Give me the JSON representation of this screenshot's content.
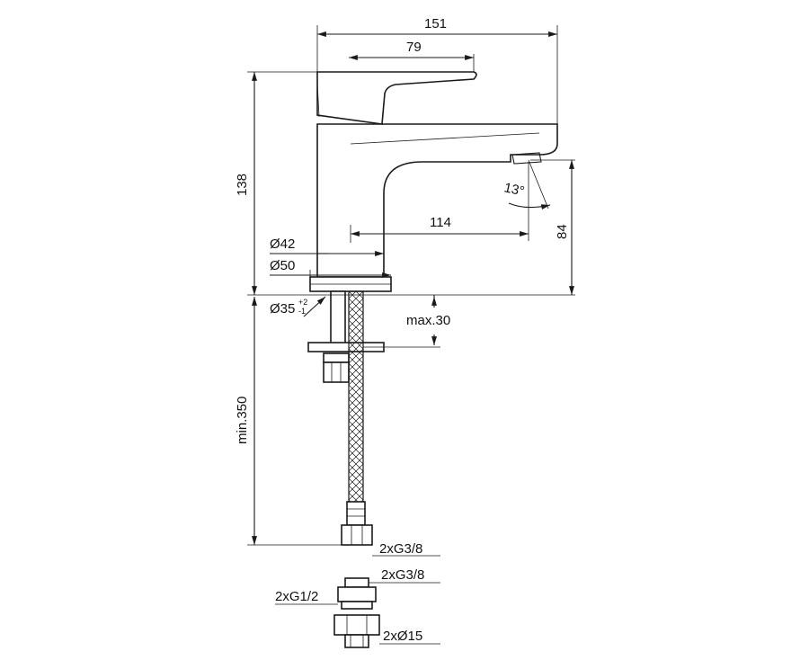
{
  "dimensions": {
    "overall_width": "151",
    "lever_length": "79",
    "total_height": "138",
    "spout_reach": "114",
    "spout_height": "84",
    "angle": "13°",
    "body_diameter": "Ø42",
    "base_diameter": "Ø50",
    "hole_diameter": "Ø35",
    "hole_tol_upper": "+2",
    "hole_tol_lower": "-1",
    "max_thickness": "max.30",
    "min_hose_length": "min.350",
    "hose_thread": "2xG3/8",
    "adapter_thread_top": "2xG3/8",
    "adapter_thread_bottom": "2xG1/2",
    "pipe_diameter": "2xØ15"
  },
  "colors": {
    "stroke": "#1a1a1a",
    "background": "#ffffff"
  }
}
